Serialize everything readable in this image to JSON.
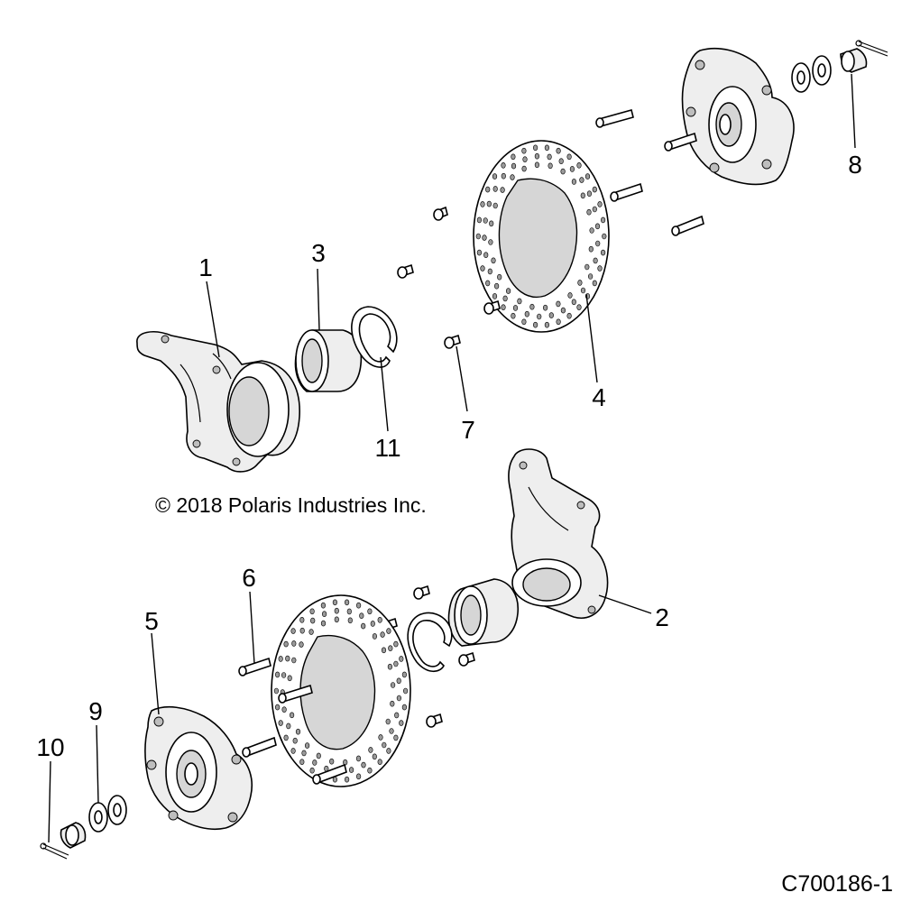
{
  "copyright": "© 2018 Polaris Industries Inc.",
  "diagram_code": "C700186-1",
  "callouts": [
    "1",
    "2",
    "3",
    "4",
    "5",
    "6",
    "7",
    "8",
    "9",
    "10",
    "11"
  ]
}
